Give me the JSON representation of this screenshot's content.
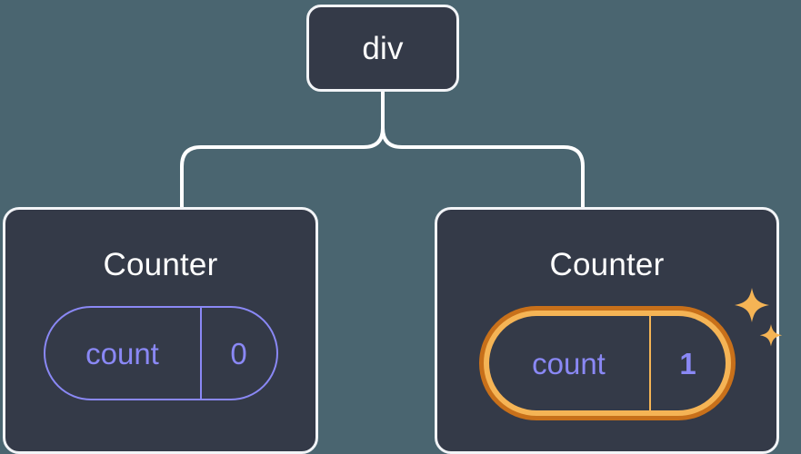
{
  "diagram": {
    "title": "React component tree with highlighted state update",
    "background_color": "#4a6570",
    "node_fill": "#343a48",
    "node_border": "#f2f4f7",
    "connector_color": "#ffffff",
    "state_color": "#8a88f5",
    "highlight_outer_color": "#c8701a",
    "highlight_inner_color": "#f5b455"
  },
  "root": {
    "label": "div"
  },
  "children": [
    {
      "label": "Counter",
      "state": {
        "key": "count",
        "value": "0"
      },
      "highlighted": false
    },
    {
      "label": "Counter",
      "state": {
        "key": "count",
        "value": "1"
      },
      "highlighted": true,
      "sparkle_large": "sparkle-icon",
      "sparkle_small": "sparkle-icon"
    }
  ]
}
